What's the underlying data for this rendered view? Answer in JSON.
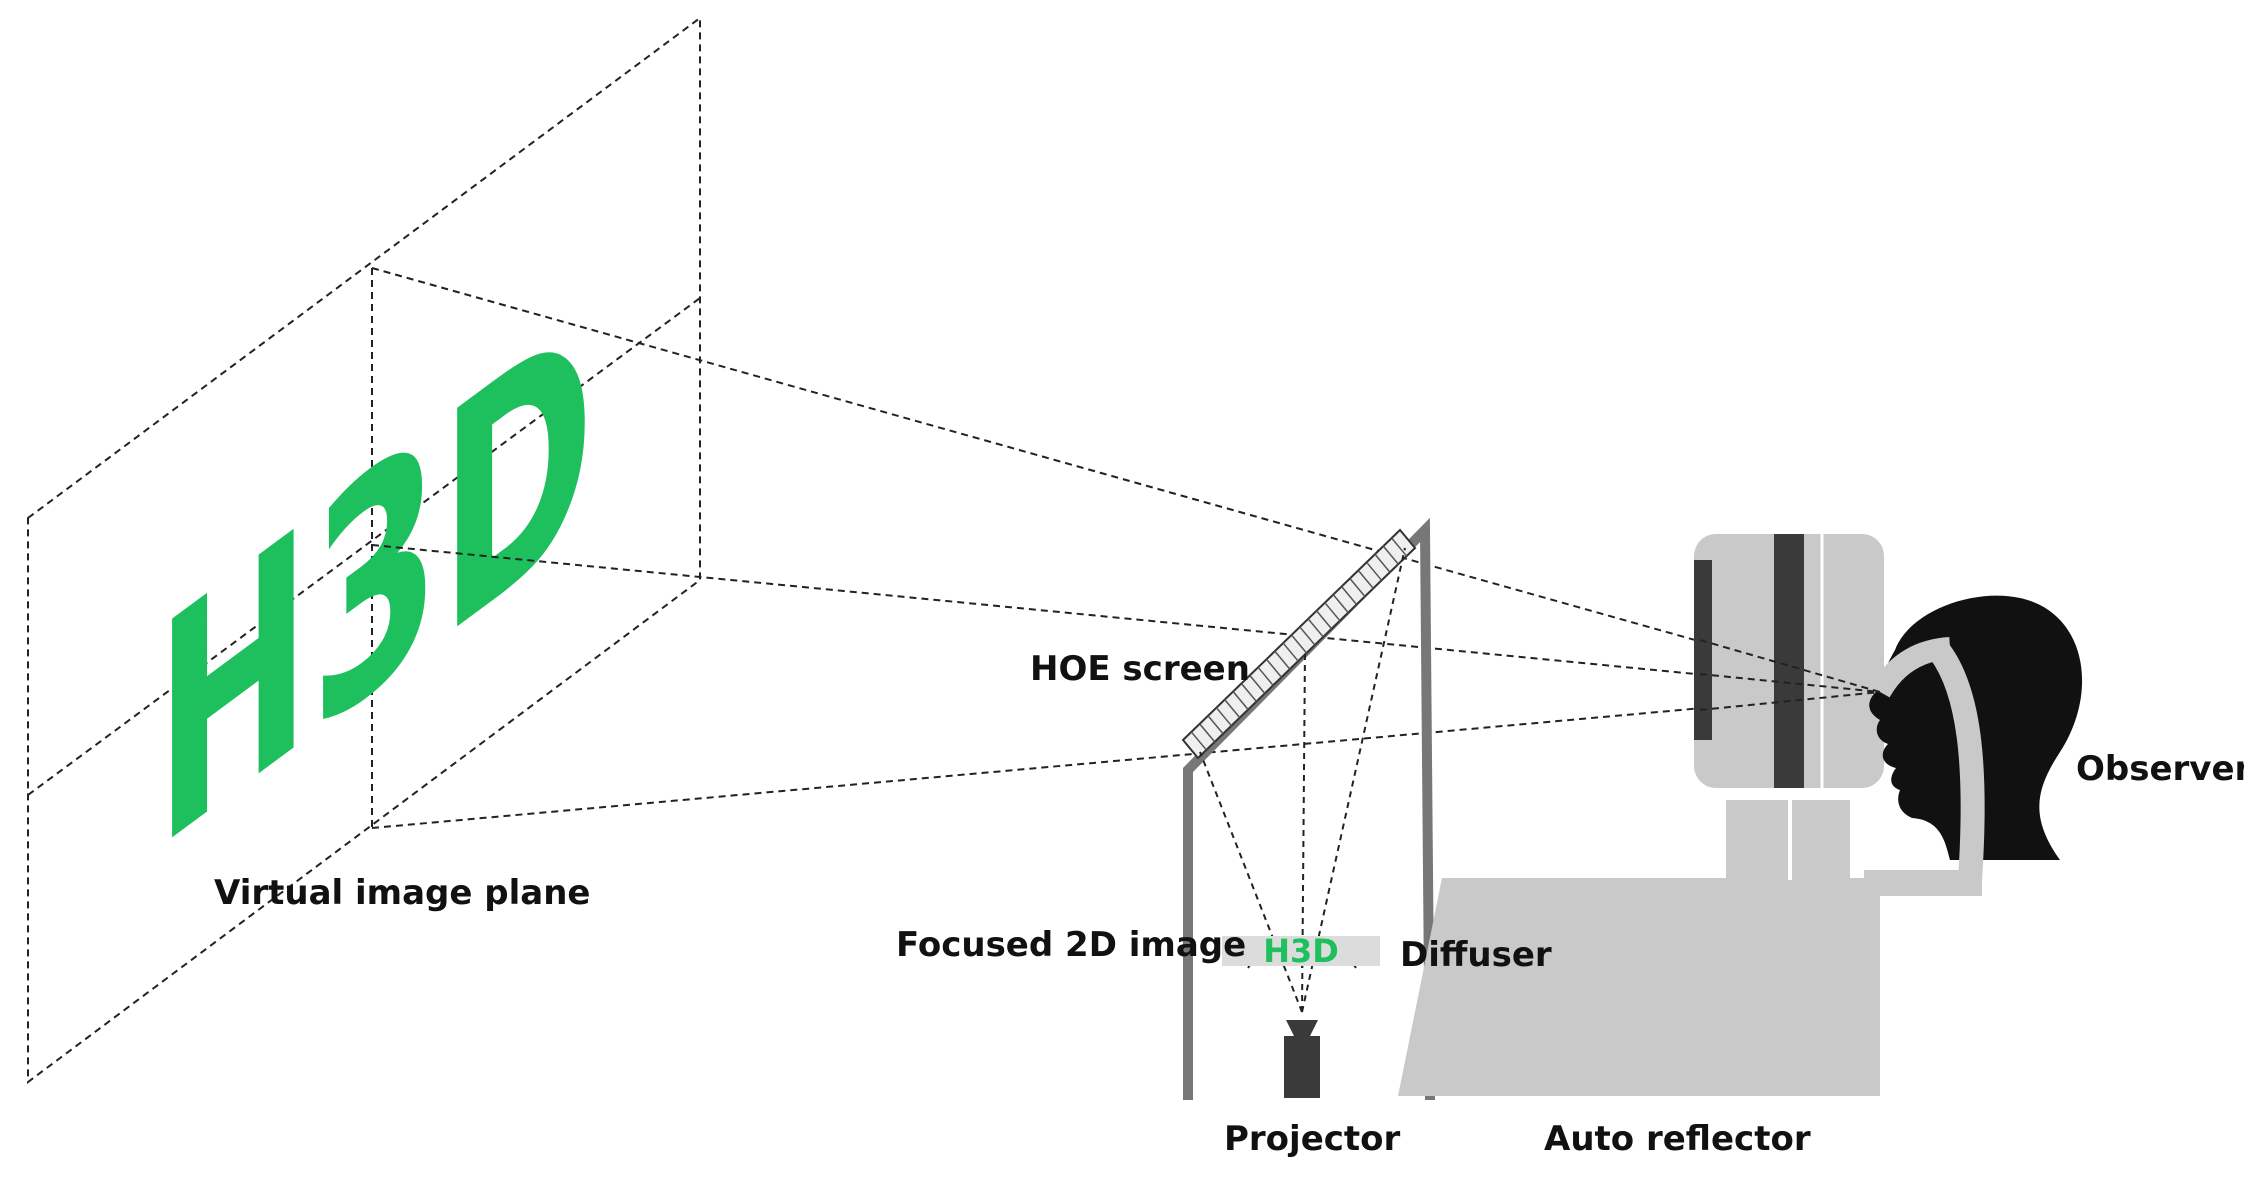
{
  "diagram": {
    "colors": {
      "accent_green": "#1ec05e",
      "line": "#222222",
      "frame": "#777777",
      "equipment_light": "#c9c9c9",
      "equipment_dark": "#3a3a3a",
      "head": "#111111"
    },
    "logo_text": "H3D",
    "labels": {
      "virtual_image_plane": "Virtual image plane",
      "hoe_screen": "HOE screen",
      "focused_2d_image": "Focused 2D image",
      "diffuser": "Diffuser",
      "projector": "Projector",
      "auto_reflector": "Auto reflector",
      "observer": "Observer"
    }
  }
}
